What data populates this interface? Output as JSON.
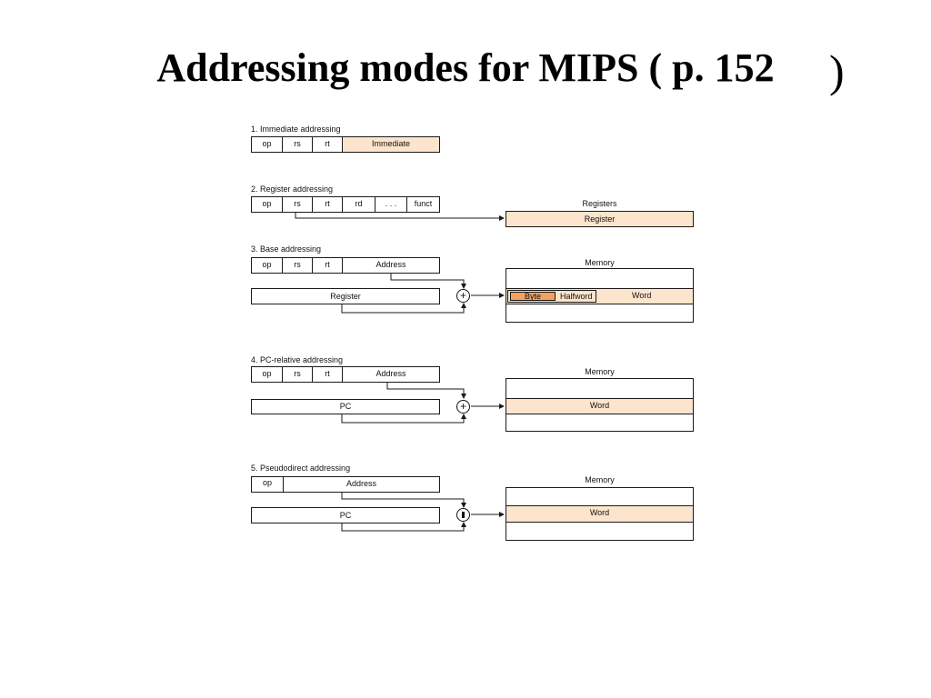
{
  "title": "Addressing modes for MIPS ( p. 152",
  "title_paren": ")",
  "immediate": {
    "heading": "1. Immediate addressing",
    "fields": [
      "op",
      "rs",
      "rt",
      "Immediate"
    ]
  },
  "register": {
    "heading": "2. Register addressing",
    "fields": [
      "op",
      "rs",
      "rt",
      "rd",
      ". . .",
      "funct"
    ],
    "target_title": "Registers",
    "target_label": "Register"
  },
  "base": {
    "heading": "3. Base addressing",
    "fields": [
      "op",
      "rs",
      "rt",
      "Address"
    ],
    "reg_label": "Register",
    "adder_symbol": "+",
    "memory_title": "Memory",
    "cells": [
      "Byte",
      "Halfword",
      "Word"
    ]
  },
  "pcrel": {
    "heading": "4. PC-relative addressing",
    "fields": [
      "op",
      "rs",
      "rt",
      "Address"
    ],
    "pc_label": "PC",
    "adder_symbol": "+",
    "memory_title": "Memory",
    "word_label": "Word"
  },
  "pseudo": {
    "heading": "5. Pseudodirect addressing",
    "fields": [
      "op",
      "Address"
    ],
    "pc_label": "PC",
    "memory_title": "Memory",
    "word_label": "Word"
  },
  "colors": {
    "highlight": "#fde4cc",
    "byte_highlight": "#f2a162",
    "line": "#1a1a1a"
  }
}
